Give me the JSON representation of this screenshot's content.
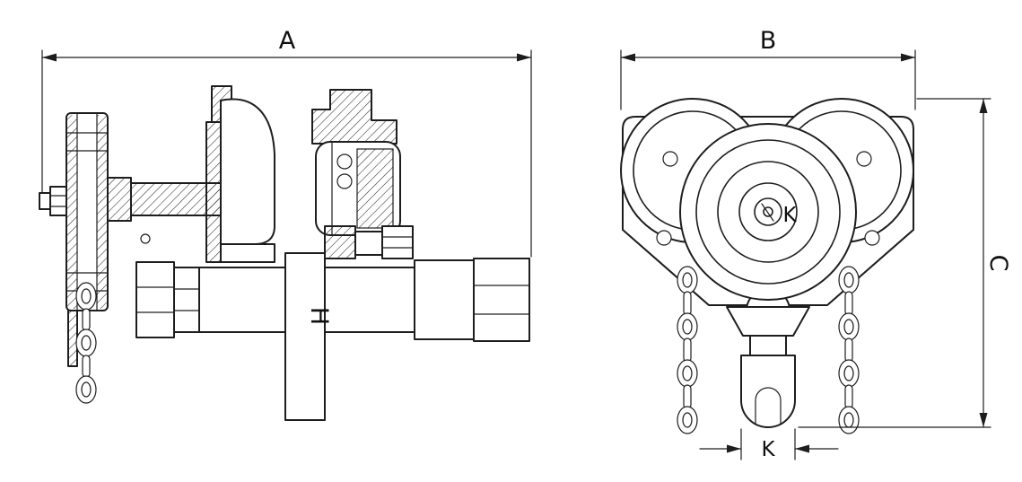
{
  "labels": {
    "side_width": "A",
    "front_width": "B",
    "front_height": "C",
    "hanger_bar": "H",
    "shaft_center": "K",
    "hook_width": "K"
  },
  "colors": {
    "line": "#1d1d1d",
    "background": "#ffffff"
  }
}
